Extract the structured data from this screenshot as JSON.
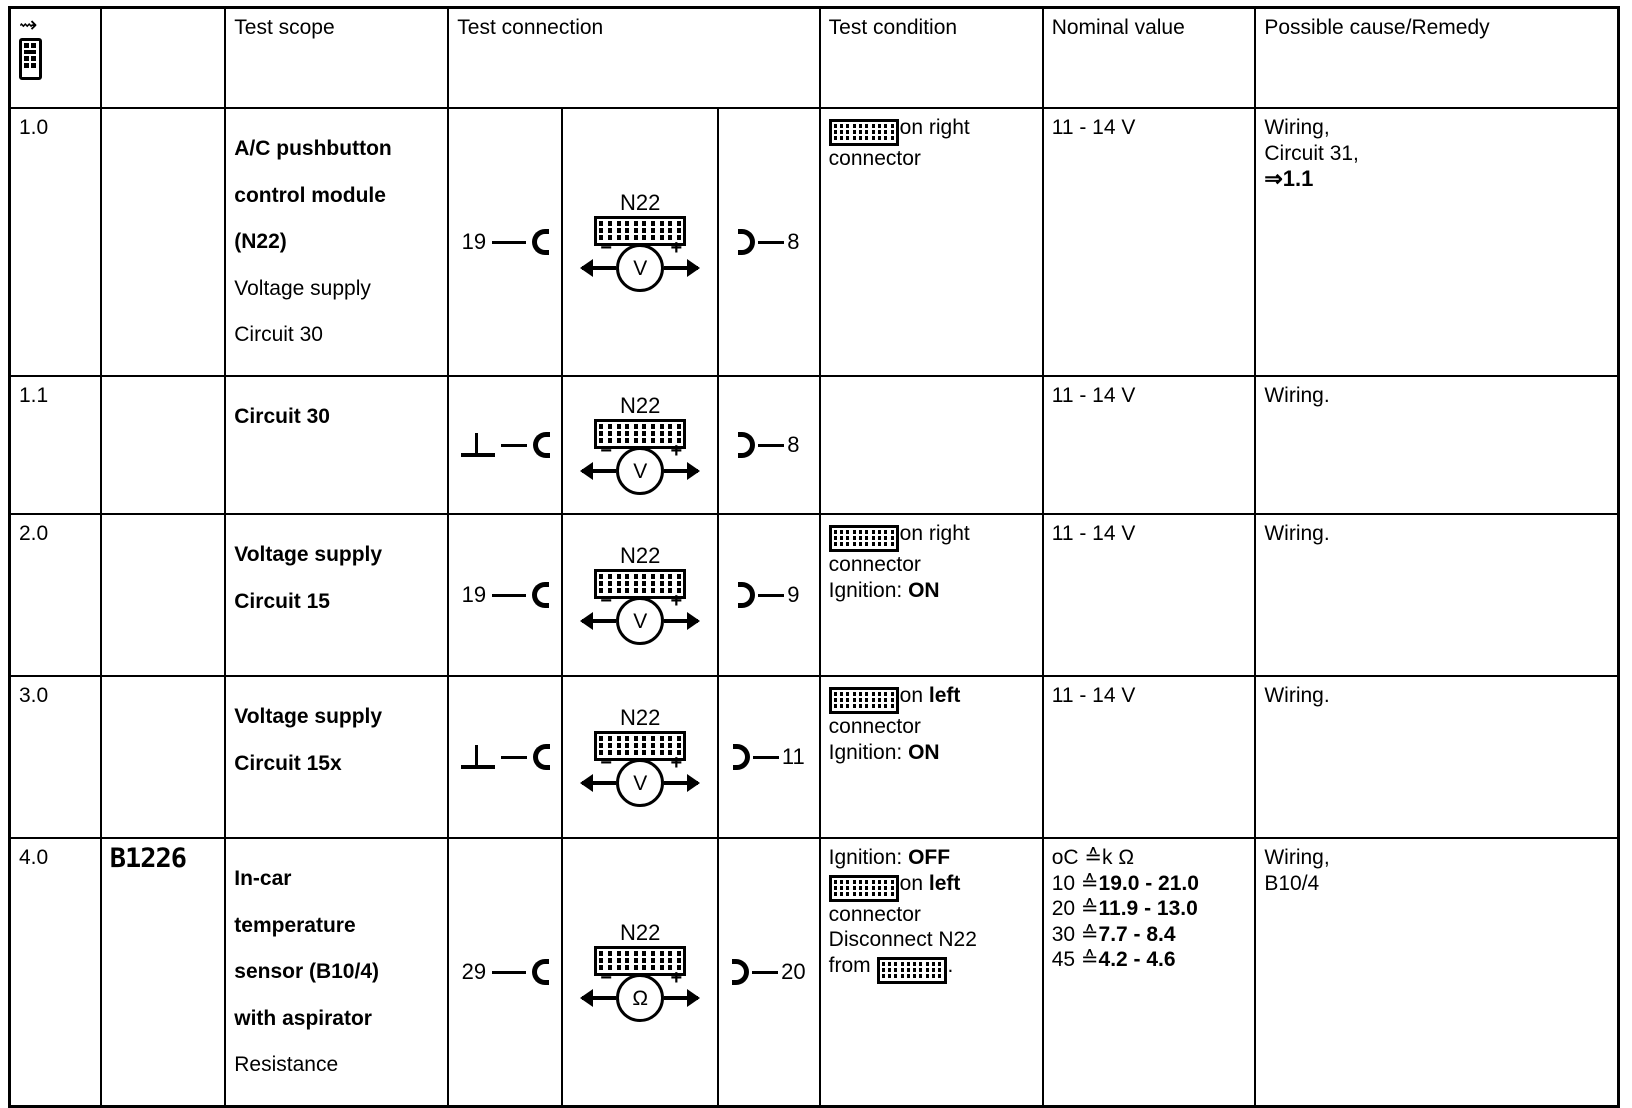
{
  "document": {
    "type": "diagnostic-test-table",
    "title": "A/C pushbutton control module (N22) test table"
  },
  "header": {
    "icon_name": "handheld-tester-icon",
    "columns": [
      {
        "key": "step",
        "label": ""
      },
      {
        "key": "code",
        "label": ""
      },
      {
        "key": "scope",
        "label": "Test scope"
      },
      {
        "key": "connection",
        "label": "Test connection"
      },
      {
        "key": "condition",
        "label": "Test condition"
      },
      {
        "key": "nominal",
        "label": "Nominal value"
      },
      {
        "key": "remedy",
        "label": "Possible cause/Remedy"
      }
    ]
  },
  "rows": [
    {
      "step": "1.0",
      "code": "",
      "scope_bold": [
        "A/C pushbutton",
        "control module",
        "(N22)"
      ],
      "scope_plain": [
        "Voltage supply",
        "Circuit 30"
      ],
      "connection": {
        "left_terminal": "19",
        "left_symbol": "socket",
        "module_label": "N22",
        "meter": "V",
        "minus": "−",
        "plus": "+",
        "right_terminal": "8",
        "right_symbol": "plug"
      },
      "condition": {
        "icon": "connector-icon",
        "lines": [
          "on right",
          "connector"
        ],
        "bold_terms": []
      },
      "nominal": {
        "lines": [
          "11 - 14 V"
        ]
      },
      "remedy": {
        "lines": [
          "Wiring,",
          "Circuit 31,"
        ],
        "ref": "⇒1.1"
      }
    },
    {
      "step": "1.1",
      "code": "",
      "scope_bold": [
        "Circuit 30"
      ],
      "scope_plain": [],
      "connection": {
        "left_terminal": "",
        "left_symbol": "ground",
        "module_label": "N22",
        "meter": "V",
        "minus": "−",
        "plus": "+",
        "right_terminal": "8",
        "right_symbol": "plug"
      },
      "condition": {
        "icon": "",
        "lines": [],
        "bold_terms": []
      },
      "nominal": {
        "lines": [
          "11 - 14 V"
        ]
      },
      "remedy": {
        "lines": [
          "Wiring."
        ],
        "ref": ""
      }
    },
    {
      "step": "2.0",
      "code": "",
      "scope_bold": [
        "Voltage supply",
        "Circuit 15"
      ],
      "scope_plain": [],
      "connection": {
        "left_terminal": "19",
        "left_symbol": "socket",
        "module_label": "N22",
        "meter": "V",
        "minus": "−",
        "plus": "+",
        "right_terminal": "9",
        "right_symbol": "plug"
      },
      "condition": {
        "icon": "connector-icon",
        "lines": [
          "on right",
          "connector",
          "Ignition: ON"
        ],
        "bold_terms": [
          "ON"
        ]
      },
      "nominal": {
        "lines": [
          "11 - 14 V"
        ]
      },
      "remedy": {
        "lines": [
          "Wiring."
        ],
        "ref": ""
      }
    },
    {
      "step": "3.0",
      "code": "",
      "scope_bold": [
        "Voltage supply",
        "Circuit 15x"
      ],
      "scope_plain": [],
      "connection": {
        "left_terminal": "",
        "left_symbol": "ground",
        "module_label": "N22",
        "meter": "V",
        "minus": "−",
        "plus": "+",
        "right_terminal": "11",
        "right_symbol": "plug"
      },
      "condition": {
        "icon": "connector-icon",
        "lines": [
          "on left",
          "connector",
          "Ignition: ON"
        ],
        "bold_terms": [
          "left",
          "ON"
        ]
      },
      "nominal": {
        "lines": [
          "11 - 14 V"
        ]
      },
      "remedy": {
        "lines": [
          "Wiring."
        ],
        "ref": ""
      }
    },
    {
      "step": "4.0",
      "code": "B1226",
      "scope_bold": [
        "In-car",
        "temperature",
        "sensor (B10/4)",
        "with aspirator"
      ],
      "scope_plain": [
        "Resistance"
      ],
      "connection": {
        "left_terminal": "29",
        "left_symbol": "socket",
        "module_label": "N22",
        "meter": "Ω",
        "minus": "−",
        "plus": "+",
        "right_terminal": "20",
        "right_symbol": "plug"
      },
      "condition": {
        "icon": "connector-icon",
        "lines": [
          "Ignition: OFF",
          "on left",
          "connector",
          "Disconnect N22",
          "from ."
        ],
        "bold_terms": [
          "OFF",
          "left"
        ]
      },
      "nominal": {
        "table_header": "oC ≙k Ω",
        "pairs": [
          {
            "temp": "10",
            "sym": "≙",
            "value": "19.0 - 21.0"
          },
          {
            "temp": "20",
            "sym": "≙",
            "value": "11.9 - 13.0"
          },
          {
            "temp": "30",
            "sym": "≙",
            "value": "7.7 - 8.4"
          },
          {
            "temp": "45",
            "sym": "≙",
            "value": "4.2 - 4.6"
          }
        ]
      },
      "remedy": {
        "lines": [
          "Wiring,",
          "B10/4"
        ],
        "ref": ""
      }
    }
  ]
}
